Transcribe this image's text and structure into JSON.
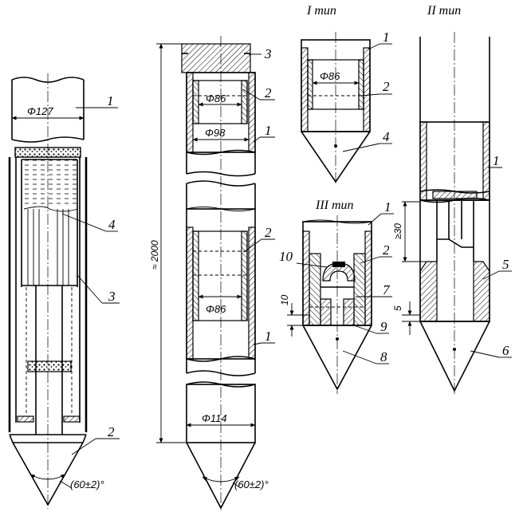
{
  "titles": {
    "type1": "I тип",
    "type2": "II тип",
    "type3": "III тип"
  },
  "fig_a": {
    "dia_127": "Φ127",
    "angle": "(60±2)°",
    "labels": {
      "l1": "1",
      "l2": "2",
      "l3": "3",
      "l4": "4"
    }
  },
  "fig_b": {
    "dia_86_top": "Φ86",
    "dia_98": "Φ98",
    "dia_86_mid": "Φ86",
    "dia_114": "Φ114",
    "length": "≈ 2000",
    "angle": "(60±2)°",
    "labels": {
      "l3": "3",
      "l2a": "2",
      "l1a": "1",
      "l2b": "2",
      "l1b": "1"
    }
  },
  "type1": {
    "dia_86": "Φ86",
    "labels": {
      "l1": "1",
      "l2": "2",
      "l4": "4"
    }
  },
  "type3": {
    "dim_10": "10",
    "labels": {
      "l1": "1",
      "l2": "2",
      "l7": "7",
      "l8": "8",
      "l9": "9",
      "l10": "10"
    }
  },
  "type2": {
    "dim_30": "≥30",
    "dim_5": "5",
    "labels": {
      "l1": "1",
      "l5": "5",
      "l6": "6"
    }
  }
}
